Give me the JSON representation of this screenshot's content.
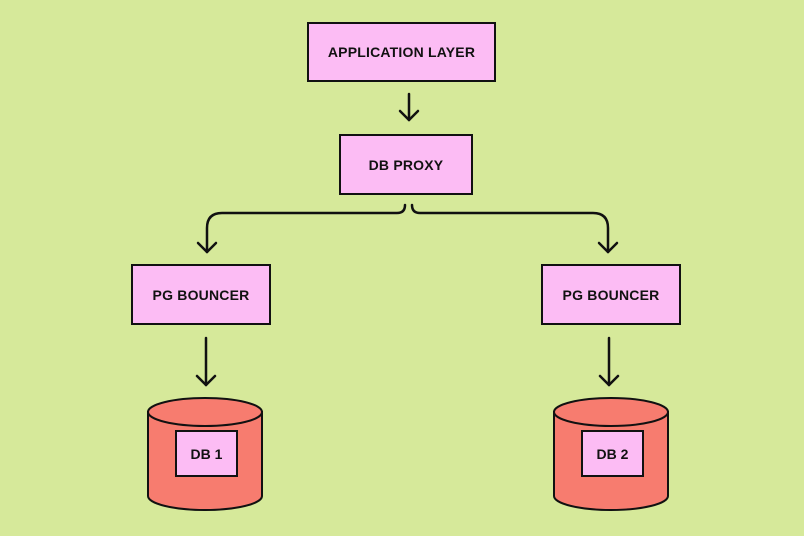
{
  "nodes": {
    "application": "APPLICATION LAYER",
    "proxy": "DB PROXY",
    "bouncer_left": "PG BOUNCER",
    "bouncer_right": "PG BOUNCER"
  },
  "databases": {
    "db1": "DB 1",
    "db2": "DB 2"
  },
  "colors": {
    "background": "#d6e99a",
    "box_fill": "#fcbcf4",
    "cylinder_fill": "#f77c6f",
    "stroke": "#111111"
  }
}
